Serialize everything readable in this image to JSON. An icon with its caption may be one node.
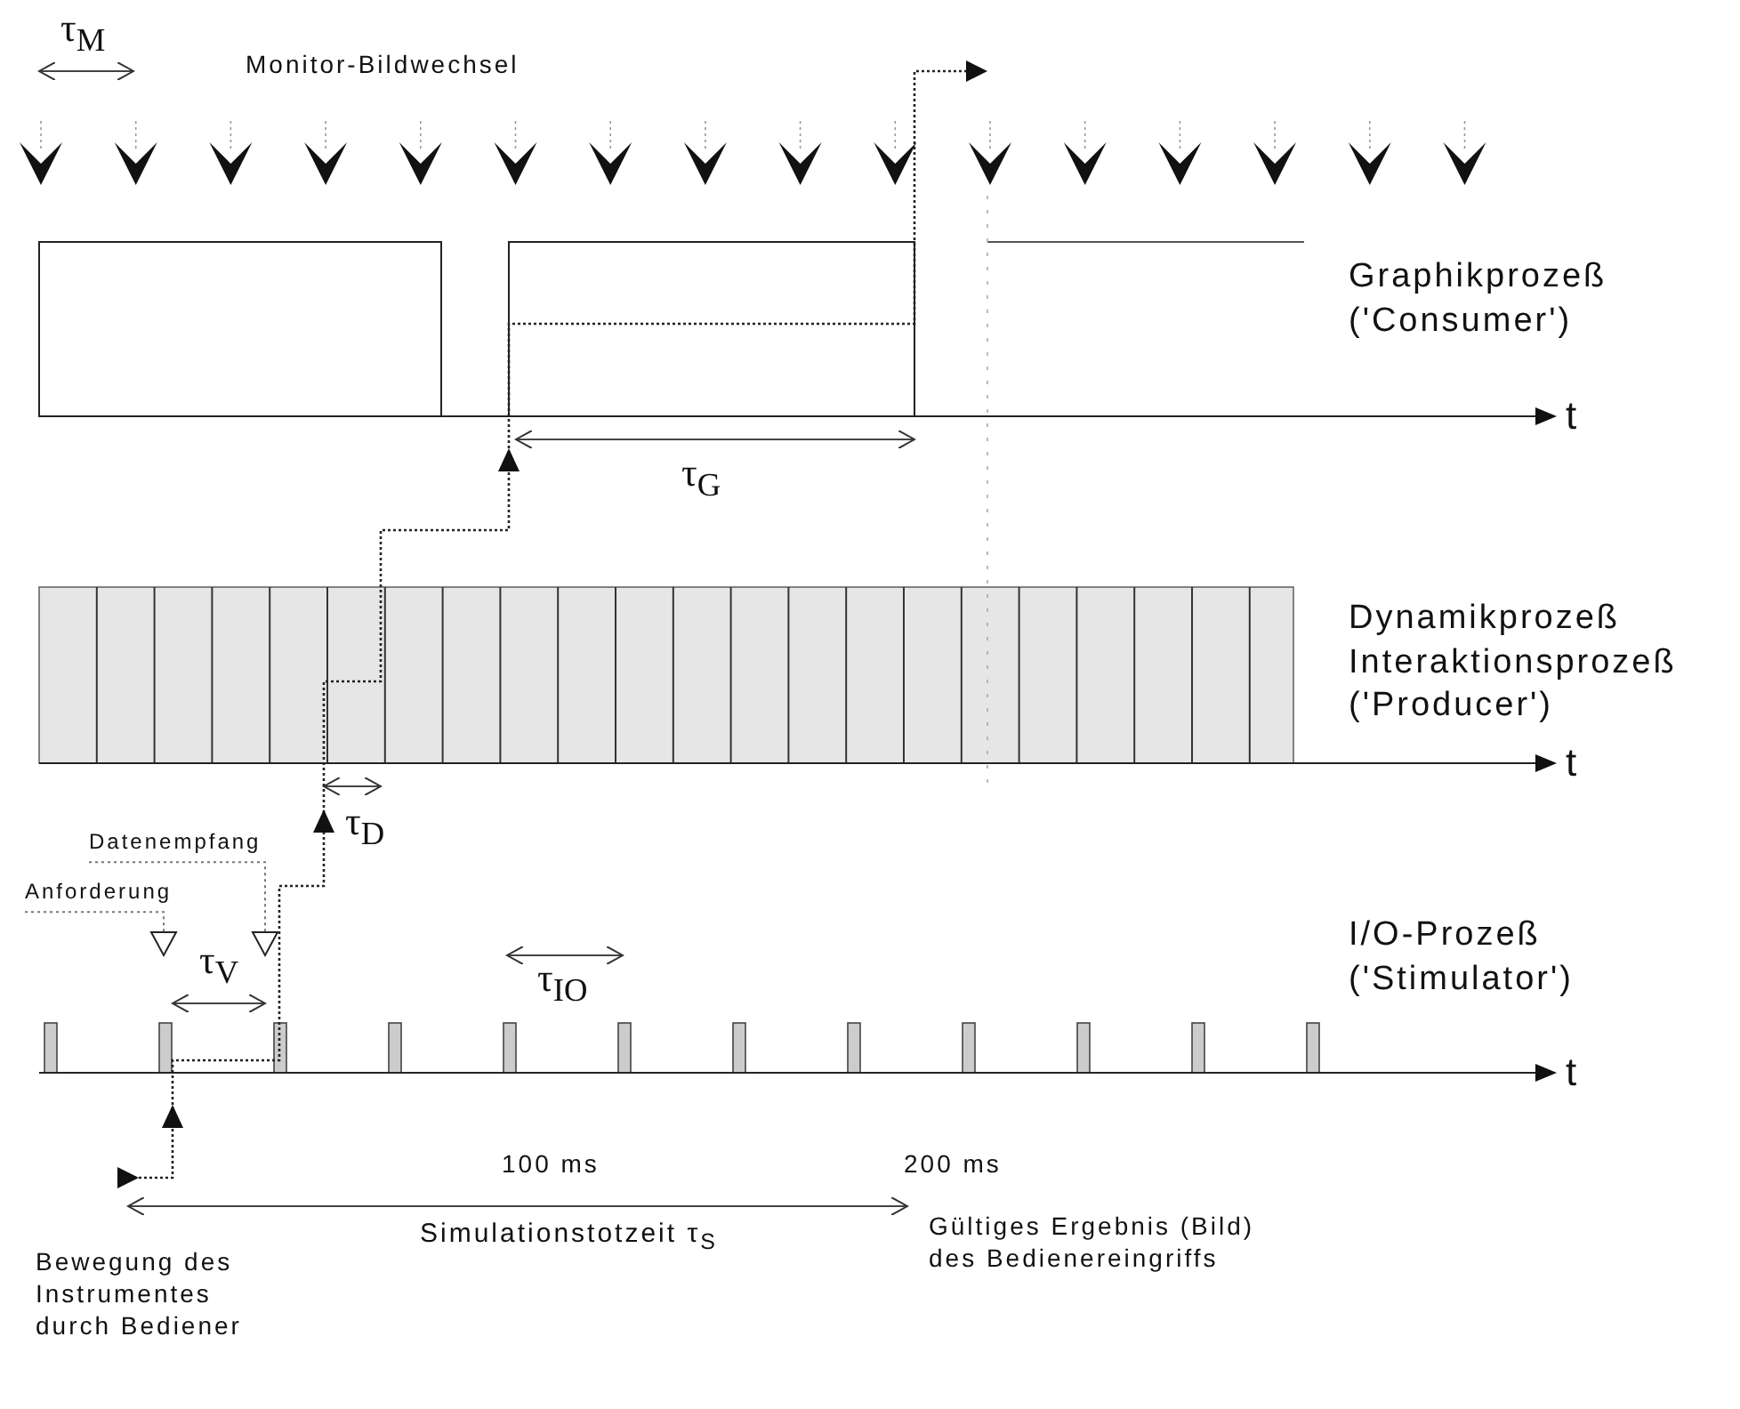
{
  "diagram": {
    "nodes": [
      {
        "text": [
          "Datenempfang"
        ]
      },
      {
        "text": [
          "Anforderung"
        ]
      },
      {
        "text": [],
        "shape": "triangle"
      },
      {
        "text": [],
        "shape": "triangle"
      }
    ],
    "edges": [
      {
        "from": 0,
        "to": 3,
        "arrow": "none",
        "style": "dashed"
      },
      {
        "from": 1,
        "to": 2,
        "arrow": "none",
        "style": "dashed"
      }
    ],
    "labels": [
      "τ$_{M}$",
      "Monitor-Bildwechsel",
      "Graphikprozeß ('Consumer')",
      "t",
      "τ$_{G}$",
      "Dynamikprozeß Interaktionsprozeß ('Producer')",
      "t",
      "τ$_{D}$",
      "τ$_{IO}$",
      "I/O-Prozeß ('Stimulator')",
      "τ$_{V}$",
      "t",
      "100 ms",
      "200 ms",
      "Simulationstotzeit τ$_{S}$",
      "Gültiges Ergebnis (Bild) des Bedienereingriffs",
      "Bewegung des Instrumentes durch Bediener"
    ]
  }
}
